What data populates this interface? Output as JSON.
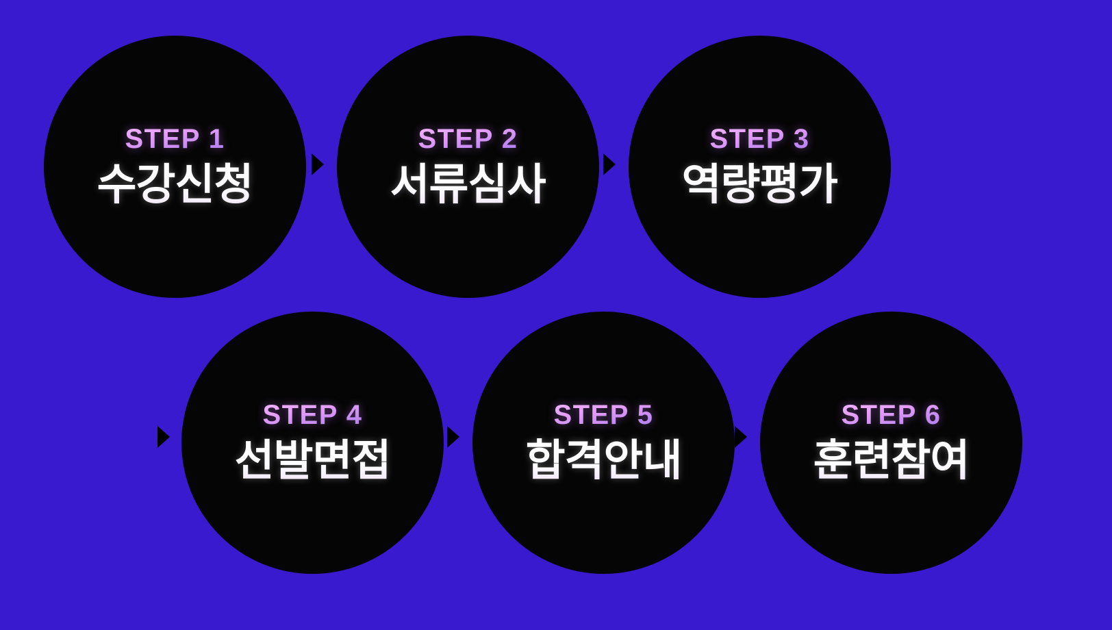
{
  "background_color": "#3a1acf",
  "circle_color": "#050505",
  "accent_color": "#e49df7",
  "title_color": "#ffffff",
  "arrow_color": "#000000",
  "steps": [
    {
      "id": "step-1",
      "label": "STEP 1",
      "title": "수강신청"
    },
    {
      "id": "step-2",
      "label": "STEP 2",
      "title": "서류심사"
    },
    {
      "id": "step-3",
      "label": "STEP 3",
      "title": "역량평가"
    },
    {
      "id": "step-4",
      "label": "STEP 4",
      "title": "선발면접"
    },
    {
      "id": "step-5",
      "label": "STEP 5",
      "title": "합격안내"
    },
    {
      "id": "step-6",
      "label": "STEP 6",
      "title": "훈련참여"
    }
  ],
  "arrows": [
    {
      "id": "arrow-1-2",
      "icon": "triangle-right-icon"
    },
    {
      "id": "arrow-2-3",
      "icon": "triangle-right-icon"
    },
    {
      "id": "arrow-3-4",
      "icon": "triangle-right-icon"
    },
    {
      "id": "arrow-4-5",
      "icon": "triangle-right-icon"
    },
    {
      "id": "arrow-5-6",
      "icon": "triangle-right-icon"
    }
  ]
}
